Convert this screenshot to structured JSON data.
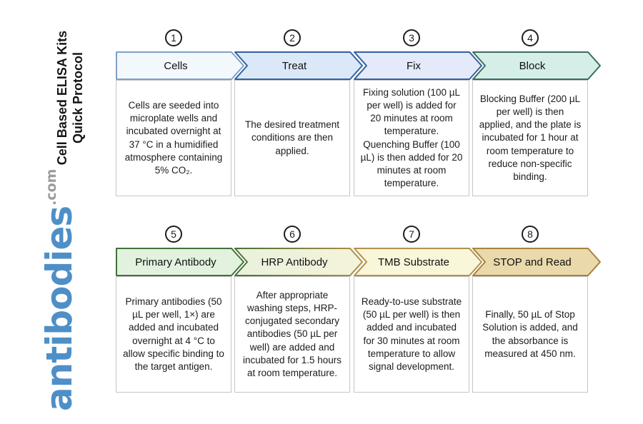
{
  "sidebar": {
    "title_line1": "Cell Based ELISA Kits",
    "title_line2": "Quick Protocol",
    "logo_text": "antibodies",
    "logo_suffix": ".com",
    "logo_color": "#4e8fc7",
    "logo_suffix_color": "#9b9b9b"
  },
  "steps": [
    {
      "number": "1",
      "label": "Cells",
      "description": "Cells are seeded into microplate wells and incubated overnight at 37 °C in a humidified atmosphere containing 5% CO₂.",
      "fill": "#f3f8fd",
      "fill2": "#f3f8fd",
      "stroke": "#7fa0c4",
      "stroke2": "#7fa0c4"
    },
    {
      "number": "2",
      "label": "Treat",
      "description": "The desired treatment conditions are then applied.",
      "fill": "#dbe8f8",
      "fill2": "#dbe8f8",
      "stroke": "#30619f",
      "stroke2": "#30619f"
    },
    {
      "number": "3",
      "label": "Fix",
      "description": "Fixing solution (100 µL per well) is added for 20 minutes at room temperature. Quenching Buffer (100 µL) is then added for 20 minutes at room temperature.",
      "fill": "#e4eaf9",
      "fill2": "#e4eaf9",
      "stroke": "#30619f",
      "stroke2": "#3a6b5e"
    },
    {
      "number": "4",
      "label": "Block",
      "description": "Blocking Buffer (200 µL per well) is then applied, and the plate is incubated for 1 hour at room temperature to reduce non-specific binding.",
      "fill": "#d5efe8",
      "fill2": "#d5efe8",
      "stroke": "#3a6c5e",
      "stroke2": "#3a6c5e"
    },
    {
      "number": "5",
      "label": "Primary Antibody",
      "description": "Primary antibodies (50 µL per well, 1×) are added and incubated overnight at 4 °C to allow specific binding to the target antigen.",
      "fill": "#e2f2df",
      "fill2": "#e2f2df",
      "stroke": "#42713a",
      "stroke2": "#42713a"
    },
    {
      "number": "6",
      "label": "HRP Antibody",
      "description": "After appropriate washing steps, HRP-conjugated secondary antibodies (50 µL per well) are added and incubated for 1.5 hours at room temperature.",
      "fill": "#e9f2dc",
      "fill2": "#f4f3d9",
      "stroke": "#47723a",
      "stroke2": "#b18f49"
    },
    {
      "number": "7",
      "label": "TMB Substrate",
      "description": "Ready-to-use substrate (50 µL per well) is then added and incubated for 30 minutes at room temperature to allow signal development.",
      "fill": "#faf6d9",
      "fill2": "#faf6d9",
      "stroke": "#b3924b",
      "stroke2": "#b3924b"
    },
    {
      "number": "8",
      "label": "STOP and Read",
      "description": "Finally, 50 µL of Stop Solution is added, and the absorbance is measured at 450 nm.",
      "fill": "#e9d9ab",
      "fill2": "#e9d9ab",
      "stroke": "#a8823c",
      "stroke2": "#a8823c"
    }
  ]
}
